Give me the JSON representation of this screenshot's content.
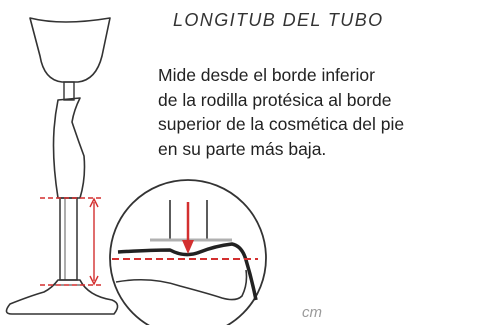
{
  "title": "LONGITUB DEL TUBO",
  "description": {
    "lines": [
      "Mide desde el borde inferior",
      "de la rodilla protésica al borde",
      "superior de la cosmética del pie",
      "en su parte más baja."
    ]
  },
  "unit": "cm",
  "colors": {
    "outline": "#333333",
    "measure_line": "#d32f2f",
    "text": "#222222",
    "unit_text": "#9a9a9a"
  }
}
